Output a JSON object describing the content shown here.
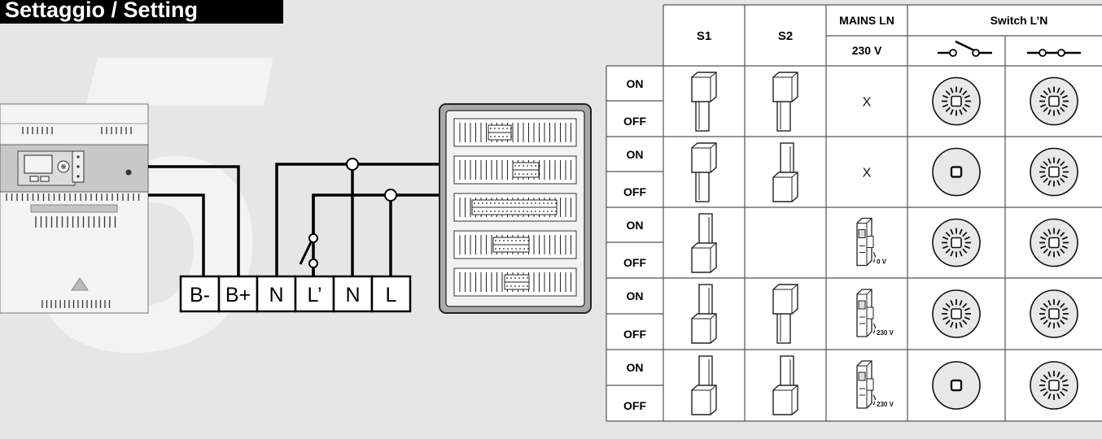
{
  "header": {
    "title": "Settaggio / Setting",
    "step_number": "5"
  },
  "terminals": [
    "B-",
    "B+",
    "N",
    "L’",
    "N",
    "L"
  ],
  "table": {
    "headers": {
      "s1": "S1",
      "s2": "S2",
      "mains": "MAINS LN",
      "mains_voltage": "230 V",
      "switch": "Switch L’N"
    },
    "row_labels": {
      "on": "ON",
      "off": "OFF"
    },
    "rows": [
      {
        "s1": "up",
        "s2": "up",
        "mains": "x",
        "mains_text": "X",
        "switch_open": "blinking",
        "switch_closed": "blinking"
      },
      {
        "s1": "up",
        "s2": "down",
        "mains": "x",
        "mains_text": "X",
        "switch_open": "steady",
        "switch_closed": "blinking"
      },
      {
        "s1": "down",
        "s2": "none",
        "mains": "breaker",
        "mains_text": "0 V",
        "switch_open": "blinking",
        "switch_closed": "blinking"
      },
      {
        "s1": "down",
        "s2": "up",
        "mains": "breaker",
        "mains_text": "230 V",
        "switch_open": "blinking",
        "switch_closed": "blinking"
      },
      {
        "s1": "down",
        "s2": "down",
        "mains": "breaker",
        "mains_text": "230 V",
        "switch_open": "steady",
        "switch_closed": "blinking"
      }
    ]
  },
  "icons": {
    "switch_open": "open-switch-icon",
    "switch_closed": "closed-switch-icon",
    "led_blinking": "blinking-led-icon",
    "led_steady": "steady-led-icon",
    "breaker": "circuit-breaker-icon",
    "dip_up": "dip-switch-up-icon",
    "dip_down": "dip-switch-down-icon"
  }
}
